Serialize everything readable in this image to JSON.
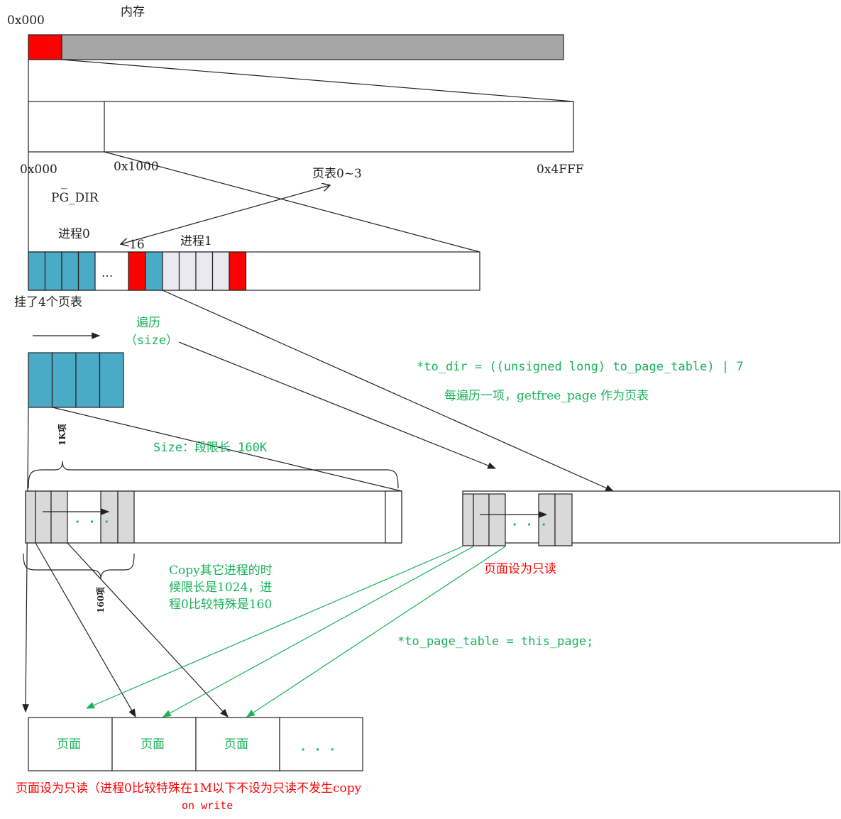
{
  "labels": {
    "memory": "内存",
    "addr_top": "0x000",
    "addr_0": "0x000",
    "addr_1000": "0x1000",
    "addr_4fff": "0x4FFF",
    "pg_dir_underscore": "_",
    "pg_dir": "PG_DIR",
    "page_tables_0_3": "页表0~3",
    "process0": "进程0",
    "index16": "16",
    "process1": "进程1",
    "dots": "...",
    "hung_4_tables": "挂了4个页表",
    "traverse": "遍历",
    "size_paren": "（size）",
    "to_dir_code": "*to_dir = ((unsigned long) to_page_table) | 7",
    "each_traverse": "每遍历一项，getfree_page 作为页表",
    "size_limit": "Size：段限长 160K",
    "entries_1k": "1K项",
    "entries_160": "160项",
    "copy_note_1": "Copy其它进程的时",
    "copy_note_2": "候限长是1024，进",
    "copy_note_3": "程0比较特殊是160",
    "readonly_right": "页面设为只读",
    "to_page_table_code": "*to_page_table = this_page;",
    "inner_dots": "· · ·",
    "pages": [
      "页面",
      "页面",
      "页面",
      "· · ·"
    ],
    "bottom_note_1": "页面设为只读（进程0比较特殊在1M以下不设为只读不发生copy",
    "bottom_note_2": "on write"
  },
  "colors": {
    "teal": "#4aabc6",
    "red": "#ff0000",
    "gray": "#a6a6a6",
    "light": "#ebe9f0",
    "cell_gray": "#d9d9d9",
    "green": "#19b35a"
  }
}
